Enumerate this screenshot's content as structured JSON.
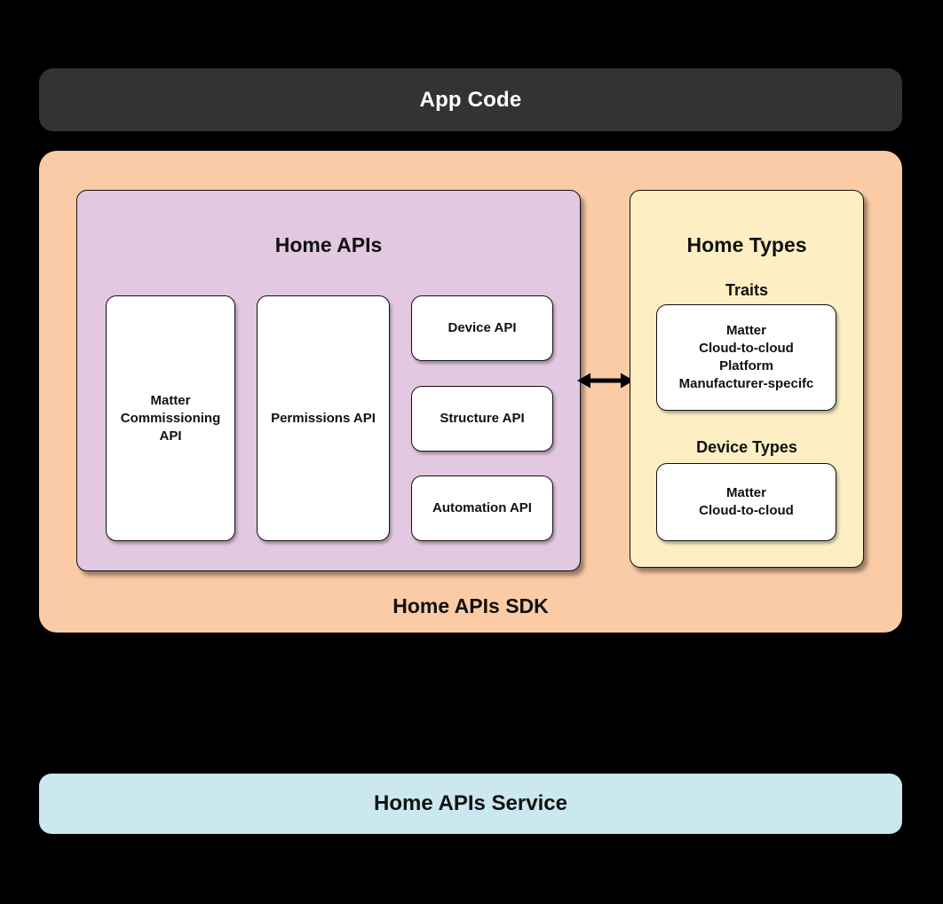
{
  "diagram": {
    "app_code_bar": {
      "label": "App Code"
    },
    "sdk": {
      "label": "Home APIs SDK",
      "home_apis": {
        "title": "Home APIs",
        "matter_commissioning_api": "Matter\nCommissioning\nAPI",
        "permissions_api": "Permissions API",
        "device_api": "Device API",
        "structure_api": "Structure API",
        "automation_api": "Automation API"
      },
      "home_types": {
        "title": "Home Types",
        "traits_heading": "Traits",
        "traits_list": "Matter\nCloud-to-cloud\nPlatform\nManufacturer-specifc",
        "device_types_heading": "Device Types",
        "device_types_list": "Matter\nCloud-to-cloud"
      }
    },
    "service_bar": {
      "label": "Home APIs Service"
    },
    "colors": {
      "background": "#000000",
      "app_code_bg": "#333333",
      "sdk_bg": "#fbcba6",
      "home_apis_bg": "#e2c8e0",
      "home_types_bg": "#fdefc3",
      "service_bg": "#cbe7f0",
      "inner_box_bg": "#ffffff",
      "text": "#111111",
      "text_on_dark": "#ffffff"
    }
  }
}
